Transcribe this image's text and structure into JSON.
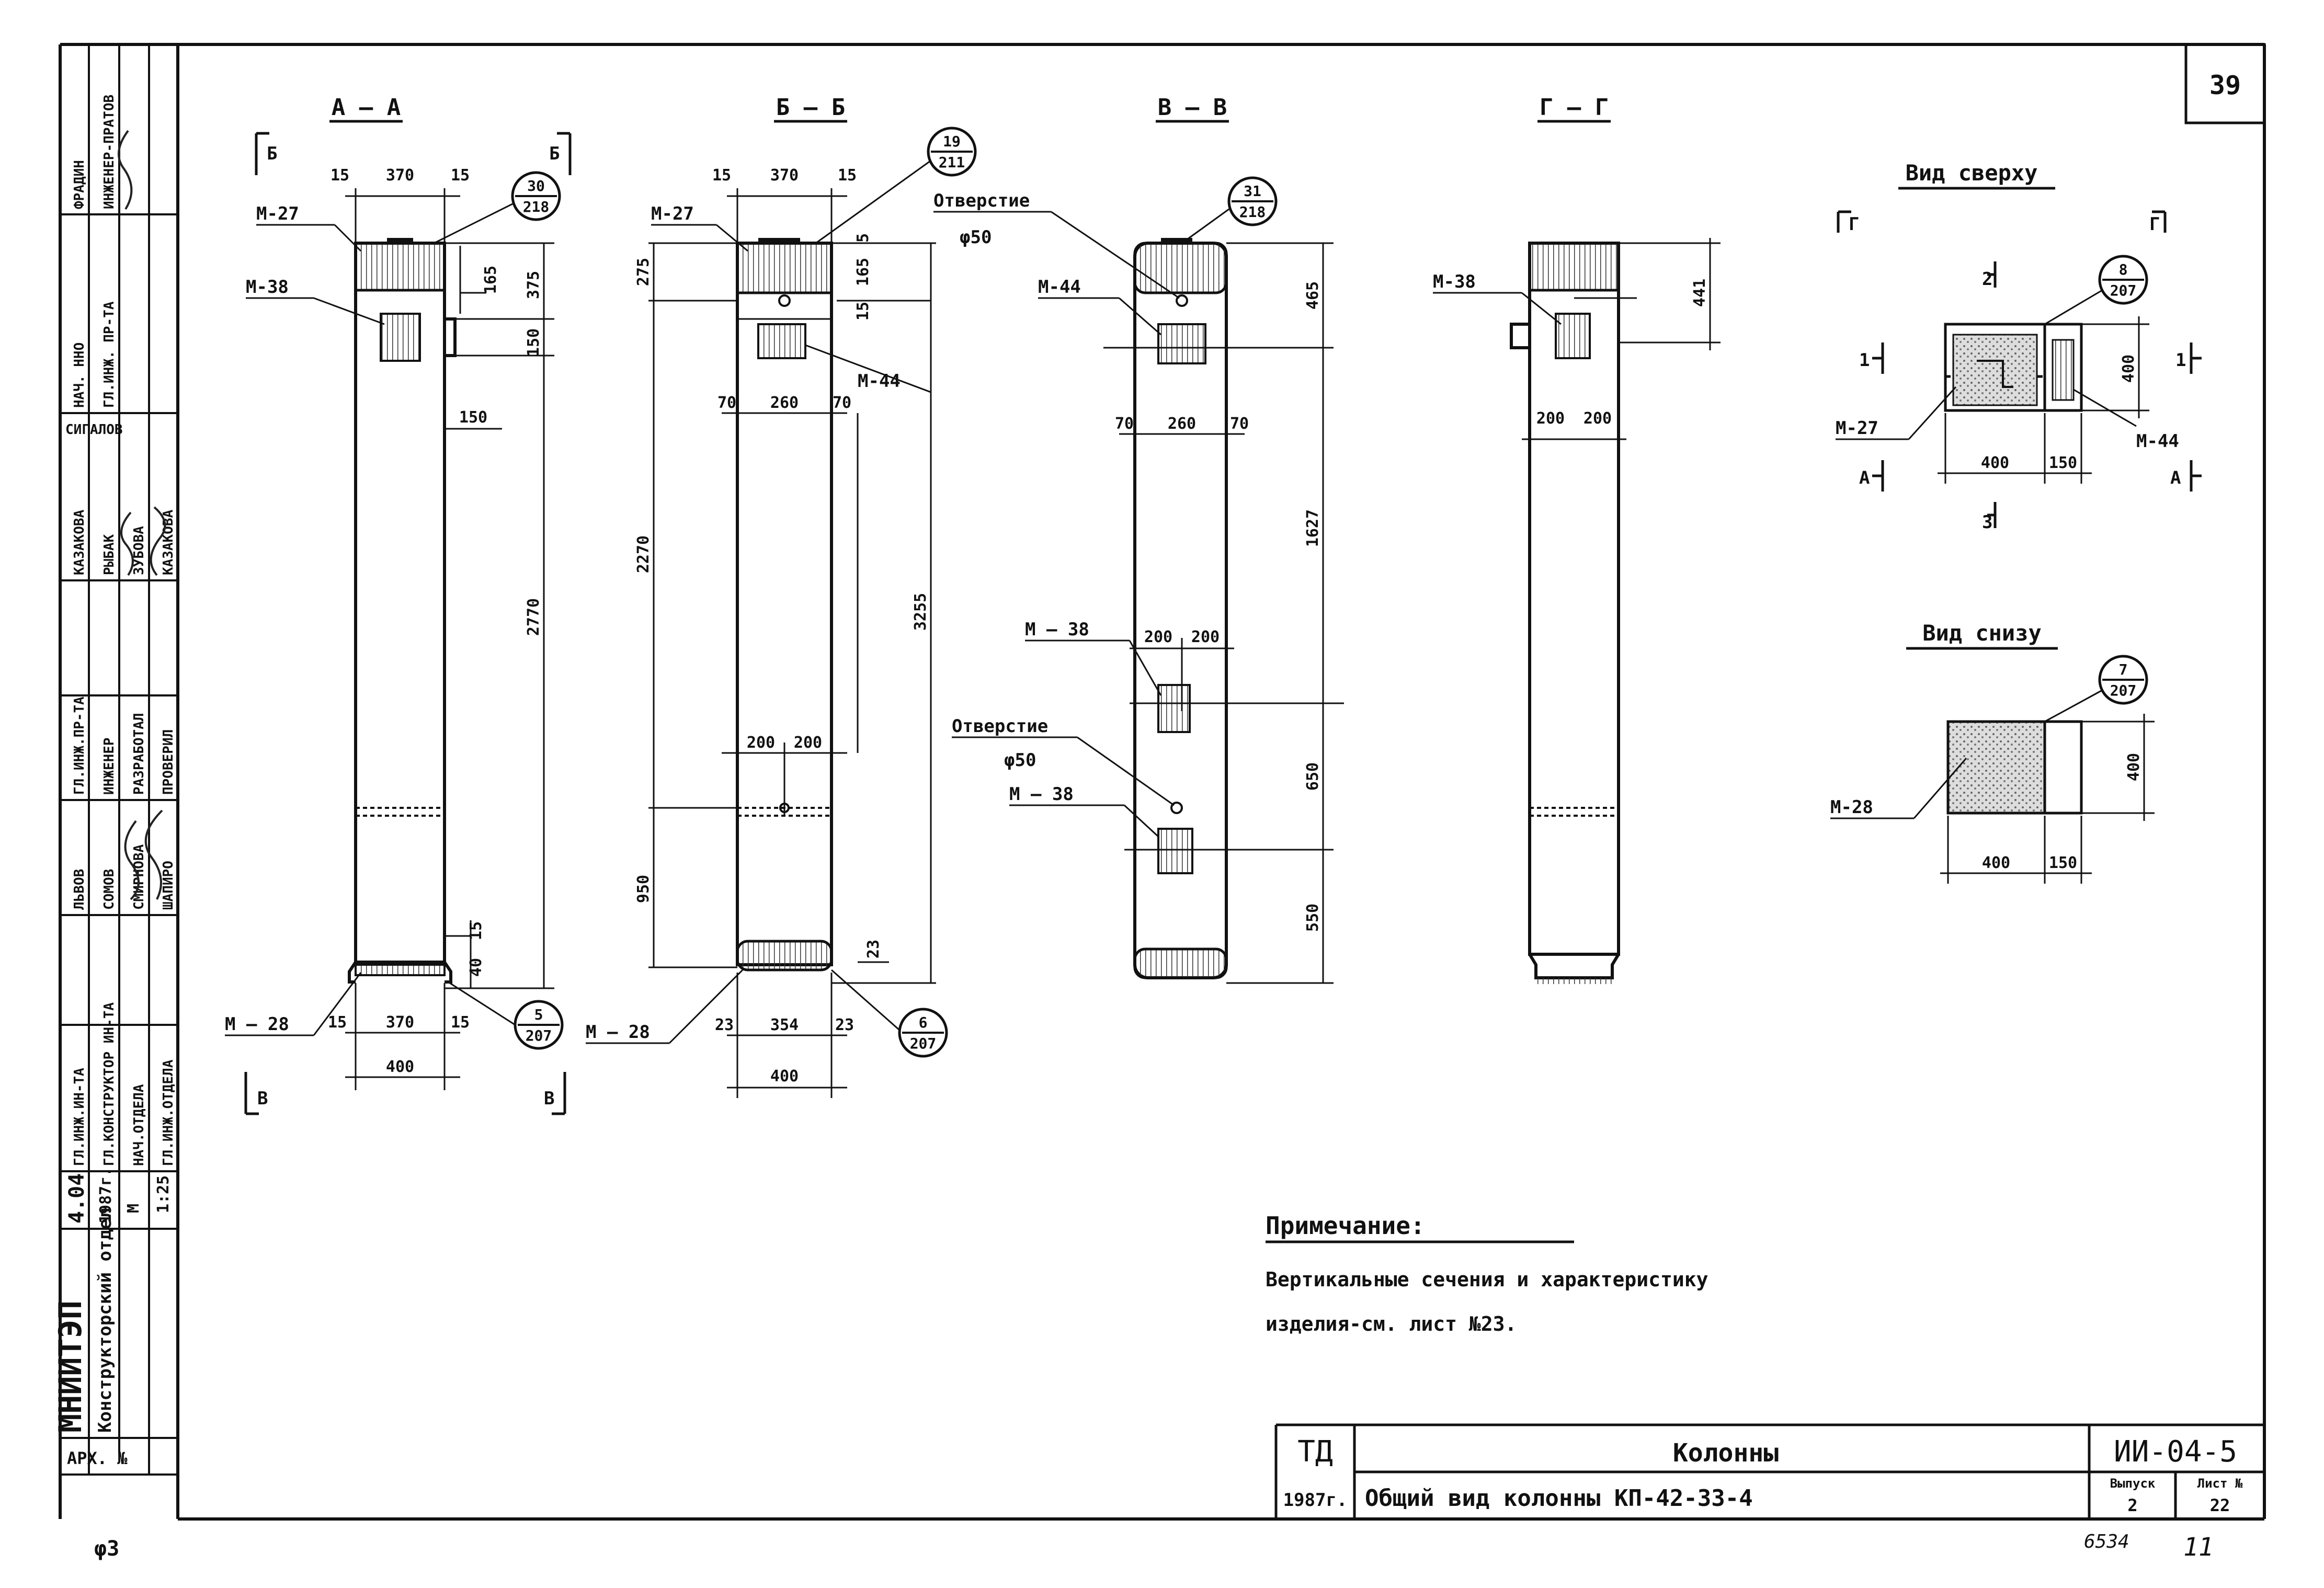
{
  "sheet": {
    "page_number": "39",
    "bottom_left_mark": "φ3",
    "bottom_code": "6534",
    "bottom_page": "11",
    "colors": {
      "ink": "#111111",
      "paper": "#ffffff",
      "hatch": "#555555"
    }
  },
  "views": {
    "aa": {
      "title": "А — А",
      "marks": {
        "m27": "М-27",
        "m38": "М-38",
        "m28": "М — 28"
      },
      "callout_top": {
        "num": "30",
        "den": "218"
      },
      "callout_bottom": {
        "num": "5",
        "den": "207"
      },
      "dims": {
        "w_left": "15",
        "w_mid": "370",
        "w_right": "15",
        "h165": "165",
        "h375": "375",
        "h150v": "150",
        "d150": "150",
        "h2770": "2770",
        "h40": "40",
        "h15": "15",
        "b15l": "15",
        "b370": "370",
        "b15r": "15",
        "b400": "400"
      },
      "cut_labels": {
        "tl": "Б",
        "tr": "Б",
        "bl": "В",
        "br": "В"
      }
    },
    "bb": {
      "title": "Б — Б",
      "marks": {
        "m27": "М-27",
        "m44": "М-44",
        "m28": "М — 28"
      },
      "callout_top": {
        "num": "19",
        "den": "211"
      },
      "callout_bottom": {
        "num": "6",
        "den": "207"
      },
      "dims": {
        "w_left": "15",
        "w_mid": "370",
        "w_right": "15",
        "h5": "5",
        "h165": "165",
        "h15": "15",
        "h275": "275",
        "d70l": "70",
        "d260": "260",
        "d70r": "70",
        "h2270": "2270",
        "h3255": "3255",
        "d200a": "200",
        "d200b": "200",
        "h950": "950",
        "h23": "23",
        "b23l": "23",
        "b354": "354",
        "b23r": "23",
        "b400": "400"
      }
    },
    "vv": {
      "title": "В — В",
      "marks": {
        "m44": "М-44",
        "m38a": "М — 38",
        "m38b": "М — 38"
      },
      "callout_top": {
        "num": "31",
        "den": "218"
      },
      "hole_top_label": "Отверстие",
      "hole_top_dia": "φ50",
      "hole_bottom_label": "Отверстие",
      "hole_bottom_dia": "φ50",
      "dims": {
        "h465": "465",
        "d70l": "70",
        "d260": "260",
        "d70r": "70",
        "h1627": "1627",
        "d200a": "200",
        "d200b": "200",
        "h650": "650",
        "h550": "550"
      }
    },
    "gg": {
      "title": "Г — Г",
      "marks": {
        "m38": "М-38"
      },
      "dims": {
        "h441": "441",
        "d200a": "200",
        "d200b": "200"
      }
    },
    "top": {
      "title": "Вид сверху",
      "cut_labels": {
        "g_left": "Г",
        "g_right": "Г",
        "two": "2",
        "three": "3",
        "one_left": "1",
        "one_right": "1",
        "a_left": "А",
        "a_right": "А"
      },
      "marks": {
        "m27": "М-27",
        "m44": "М-44"
      },
      "callout": {
        "num": "8",
        "den": "207"
      },
      "dims": {
        "d400h": "400",
        "d150": "150",
        "d400v": "400"
      }
    },
    "bottom": {
      "title": "Вид снизу",
      "marks": {
        "m28": "М-28"
      },
      "callout": {
        "num": "7",
        "den": "207"
      },
      "dims": {
        "d400h": "400",
        "d150": "150",
        "d400v": "400"
      }
    }
  },
  "note": {
    "title": "Примечание:",
    "line1": "Вертикальные сечения и характеристику",
    "line2": "изделия-см. лист №23."
  },
  "title_block": {
    "code_label": "ТД",
    "year": "1987г.",
    "title": "Колонны",
    "subtitle": "Общий вид колонны КП-42-33-4",
    "doc_number": "ИИ-04-5",
    "issue_label": "Выпуск",
    "sheet_label": "Лист №",
    "issue_value": "2",
    "sheet_value": "22"
  },
  "stamp": {
    "org": "МНИИТЭП",
    "department": "Конструкторский отдел",
    "arch_no": "АРХ. №",
    "series": "4.04",
    "series_year": "1987г.",
    "scale_label": "М",
    "scale": "1:25",
    "roles": [
      "ГЛ.ИНЖ.ИН-ТА",
      "ГЛ.КОНСТРУКТОР ИН-ТА",
      "НАЧ.ОТДЕЛА",
      "ГЛ.ИНЖ.ОТДЕЛА",
      "ГЛ.ИНЖ.ПР-ТА",
      "ИНЖЕНЕР",
      "РАЗРАБОТАЛ",
      "ПРОВЕРИЛ"
    ],
    "names_a": [
      "ЛЬВОВ",
      "СОМОВ",
      "СМИРНОВА",
      "ШАПИРО"
    ],
    "names_b": [
      "КАЗАКОВА",
      "РЫБАК",
      "ЗУБОВА",
      "КАЗАКОВА"
    ],
    "top_roles": [
      "НАЧ. ННО",
      "ГЛ.ИНЖ. ПР-ТА"
    ],
    "top_names": [
      "ФРАДИН",
      "ИНЖЕНЕР-ПРАТОВ"
    ],
    "chief": "СИГАЛОВ"
  }
}
